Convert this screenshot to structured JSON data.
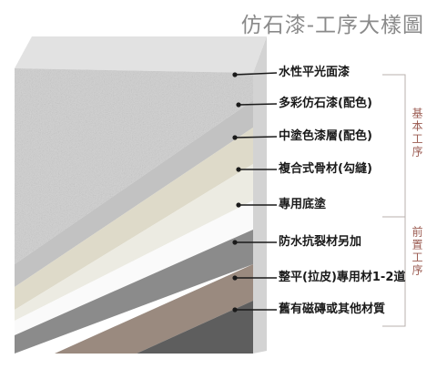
{
  "title": "仿石漆-工序大樣圖",
  "layers": [
    {
      "label": "水性平光面漆",
      "color": "#cfcfcf"
    },
    {
      "label": "多彩仿石漆(配色)",
      "color": "#c2c2c2"
    },
    {
      "label": "中塗色漆層(配色)",
      "color": "#dedac9"
    },
    {
      "label": "複合式骨材(勾縫)",
      "color": "#ecebe2"
    },
    {
      "label": "專用底塗",
      "color": "#fafafa"
    },
    {
      "label": "防水抗裂材另加",
      "color": "#8b8b8b"
    },
    {
      "label": "整平(拉皮)專用材1-2道",
      "color": "#9a8a7f"
    },
    {
      "label": "舊有磁磚或其他材質",
      "color": "#5e5e5e"
    }
  ],
  "groups": [
    {
      "label": "基本工序"
    },
    {
      "label": "前置工序"
    }
  ],
  "colors": {
    "stone_face": "#a9a7a6",
    "side_face": "#d8d8d8",
    "leader_line": "#1a1a1a",
    "bracket": "#b9b0ad",
    "group_text": "#9a5a50"
  }
}
